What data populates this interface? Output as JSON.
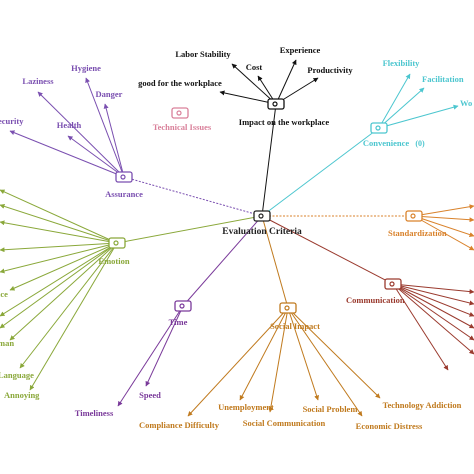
{
  "center": {
    "label": "Evaluation Criteria",
    "color": "#222222"
  },
  "branches": [
    {
      "key": "workplace",
      "label": "Impact on the workplace",
      "color": "#111111",
      "children": [
        "Labor Stability",
        "Experience",
        "Cost",
        "Productivity",
        "good for the workplace"
      ]
    },
    {
      "key": "technical",
      "label": "Technical Issues",
      "color": "#d9809a",
      "children": []
    },
    {
      "key": "convenience",
      "label": "Convenience",
      "badge": "(0)",
      "color": "#4cc6cf",
      "children": [
        "Flexibility",
        "Facilitation",
        "Wo"
      ]
    },
    {
      "key": "assurance",
      "label": "Assurance",
      "color": "#7a4fb0",
      "children": [
        "Hygiene",
        "Laziness",
        "Danger",
        "Health",
        "ecurity"
      ]
    },
    {
      "key": "standardization",
      "label": "Standardization",
      "color": "#d9822b",
      "children": []
    },
    {
      "key": "emotion",
      "label": "Emotion",
      "color": "#8aa83a",
      "children": [
        "ice",
        "man",
        "Language",
        "Annoying"
      ]
    },
    {
      "key": "communication",
      "label": "Communication",
      "color": "#9a3a2e",
      "children": []
    },
    {
      "key": "time",
      "label": "Time",
      "color": "#7a3a9a",
      "children": [
        "Speed",
        "Timeliness"
      ]
    },
    {
      "key": "social",
      "label": "Social Impact",
      "color": "#c07a1e",
      "children": [
        "Unemployment",
        "Social Problem",
        "Technology Addiction",
        "Compliance Difficulty",
        "Social Communication",
        "Economic Distress"
      ]
    }
  ]
}
